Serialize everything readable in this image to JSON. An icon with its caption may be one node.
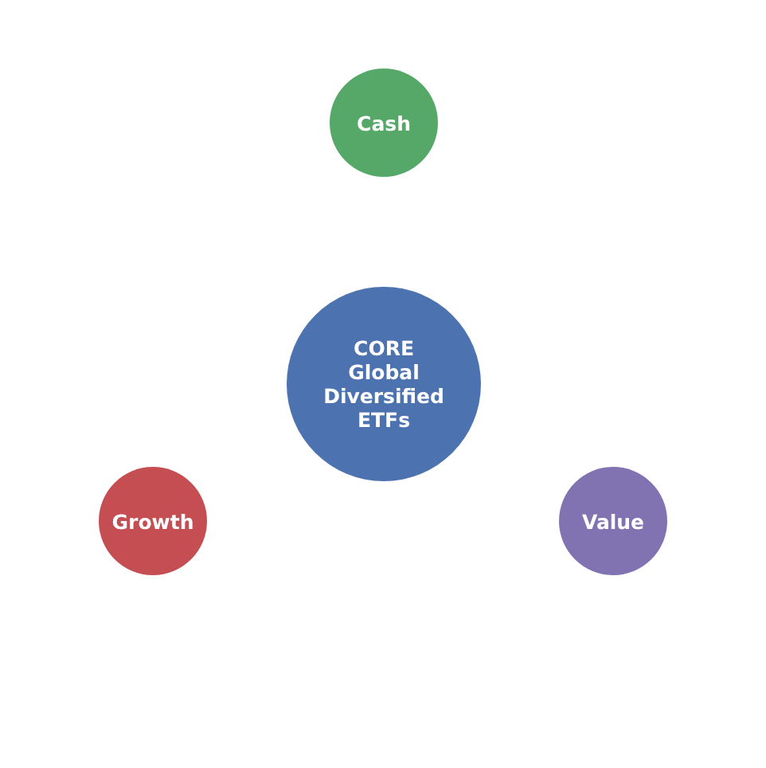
{
  "diagram": {
    "nodes": [
      {
        "text": [
          "Cash"
        ]
      },
      {
        "text": [
          "CORE Global Diversified ETFs"
        ]
      },
      {
        "text": [
          "Growth"
        ]
      },
      {
        "text": [
          "Value"
        ]
      }
    ]
  }
}
